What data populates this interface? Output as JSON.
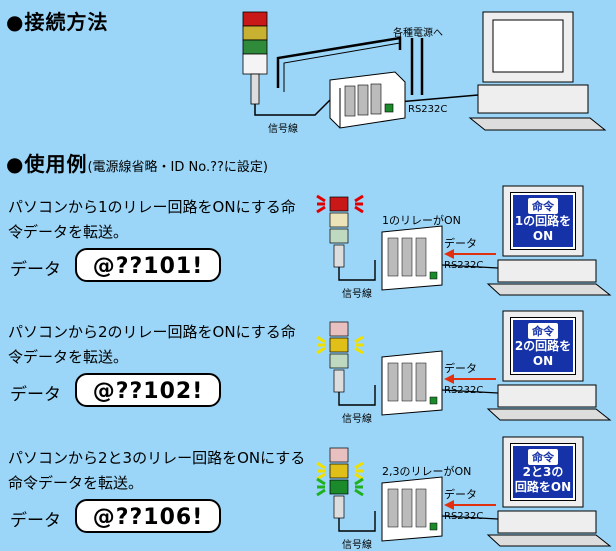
{
  "section1": {
    "title": "●接続方法"
  },
  "diagram1": {
    "power_label": "各種電源へ",
    "rs232c_label": "RS232C",
    "signal_label": "信号線"
  },
  "section2": {
    "title": "●使用例",
    "note": "(電源線省略・ID No.??に設定)"
  },
  "examples": [
    {
      "desc_line1": "パソコンから1のリレー回路をONにする命",
      "desc_line2": "令データを転送。",
      "data_label": "データ",
      "data_value": "@??101!",
      "relay_label": "1のリレーがON",
      "data_arrow_label": "データ",
      "rs232c_label": "RS232C",
      "signal_label": "信号線",
      "command_tag": "命令",
      "command_line1": "1の回路を",
      "command_line2": "ON",
      "lit_lights": [
        "red"
      ]
    },
    {
      "desc_line1": "パソコンから2のリレー回路をONにする命",
      "desc_line2": "令データを転送。",
      "data_label": "データ",
      "data_value": "@??102!",
      "relay_label": "",
      "data_arrow_label": "データ",
      "rs232c_label": "RS232C",
      "signal_label": "信号線",
      "command_tag": "命令",
      "command_line1": "2の回路を",
      "command_line2": "ON",
      "lit_lights": [
        "yellow"
      ]
    },
    {
      "desc_line1": "パソコンから2と3のリレー回路をONにする",
      "desc_line2": "命令データを転送。",
      "data_label": "データ",
      "data_value": "@??106!",
      "relay_label": "2,3のリレーがON",
      "data_arrow_label": "データ",
      "rs232c_label": "RS232C",
      "signal_label": "信号線",
      "command_tag": "命令",
      "command_line1": "2と3の",
      "command_line2": "回路をON",
      "lit_lights": [
        "yellow",
        "green"
      ]
    }
  ],
  "colors": {
    "background": "#9bd6f8",
    "command_bg": "#1532a8",
    "arrow": "#e03010",
    "lamp_red": "#c81818",
    "lamp_yellow": "#e0c018",
    "lamp_green": "#1a8a2a"
  }
}
